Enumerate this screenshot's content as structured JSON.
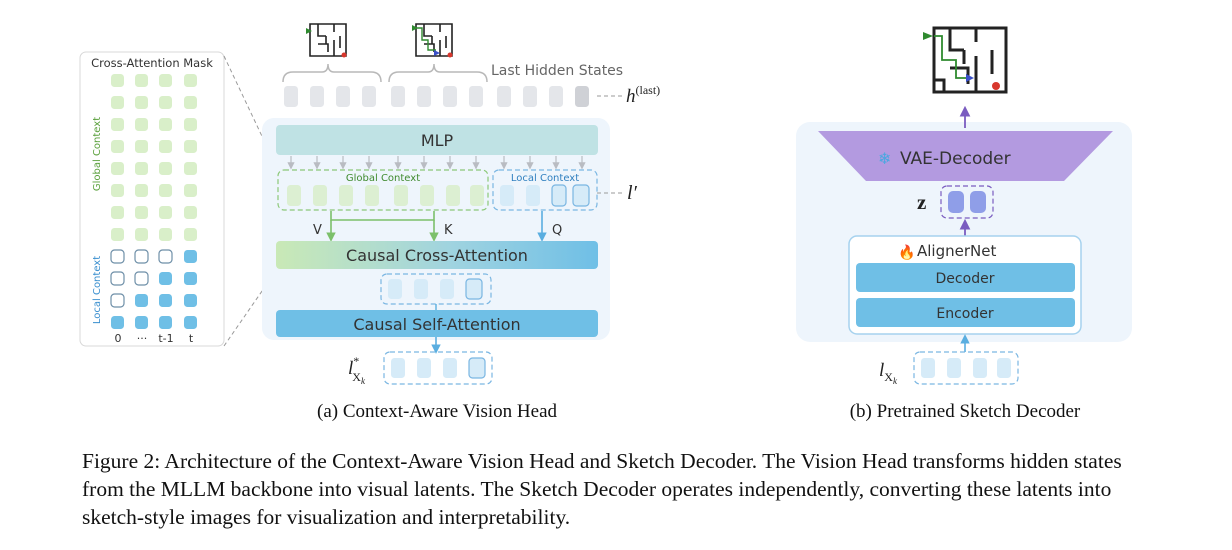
{
  "mask_panel": {
    "title": "Cross-Attention Mask",
    "global_label": "Global Context",
    "local_label": "Local Context",
    "col_labels": [
      "0",
      "···",
      "t-1",
      "t"
    ]
  },
  "head": {
    "last_hidden_states": "Last Hidden States",
    "h_symbol": "h",
    "h_sup": "(last)",
    "mlp": "MLP",
    "global_context": "Global Context",
    "local_context": "Local Context",
    "l_prime": "l′",
    "v": "V",
    "k": "K",
    "q": "Q",
    "cross_attention": "Causal Cross-Attention",
    "self_attention": "Causal Self-Attention",
    "l_star": "l",
    "l_star_sup": "*",
    "l_star_sub": "X",
    "l_star_subsub": "k",
    "subcaption": "(a) Context-Aware Vision Head"
  },
  "decoder": {
    "vae": "VAE-Decoder",
    "z": "z",
    "aligner": "AlignerNet",
    "dec": "Decoder",
    "enc": "Encoder",
    "l_in": "l",
    "l_sub": "X",
    "l_subsub": "k",
    "subcaption": "(b) Pretrained Sketch Decoder"
  },
  "caption": "Figure 2: Architecture of the Context-Aware Vision Head and Sketch Decoder. The Vision Head transforms hidden states from the MLLM backbone into visual latents. The Sketch Decoder operates independently, converting these latents into sketch-style images for visualization and interpretability.",
  "colors": {
    "token_gray": "#e4e6ea",
    "mlp": "#bfe2e4",
    "global_tok": "#dcefd2",
    "local_tok": "#d6ebf8",
    "blue_bar": "#6fbfe6",
    "purple": "#b39ae0",
    "latent_purple": "#8f9ee8",
    "panel_bg": "#eef5fc",
    "green_arrow": "#7cc06a",
    "blue_arrow": "#5aaee0",
    "maze_green": "#2f8a2f",
    "maze_red": "#d8372d"
  }
}
